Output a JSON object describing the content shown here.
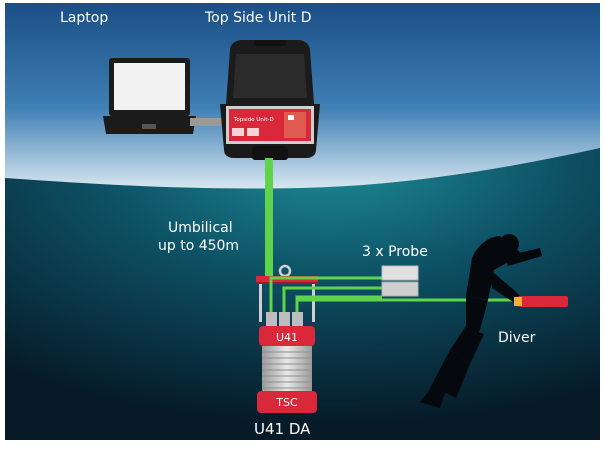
{
  "labels": {
    "laptop": "Laptop",
    "top_side_unit": "Top Side Unit D",
    "case_panel": "Topside Unit-D",
    "umbilical_line1": "Umbilical",
    "umbilical_line2": "up to 450m",
    "probe": "3 x Probe",
    "diver": "Diver",
    "u41_badge": "U41",
    "tsc_badge": "TSC",
    "u41_da": "U41 DA"
  },
  "colors": {
    "sky_top": "#1a4f86",
    "sky_bottom": "#ddeaf2",
    "water_top": "#0f6b7f",
    "water_bottom": "#071f2e",
    "cable_green": "#5fd44a",
    "device_red": "#d8283a",
    "case_black": "#1b1b1b",
    "probe_grey": "#d9d9d9"
  }
}
